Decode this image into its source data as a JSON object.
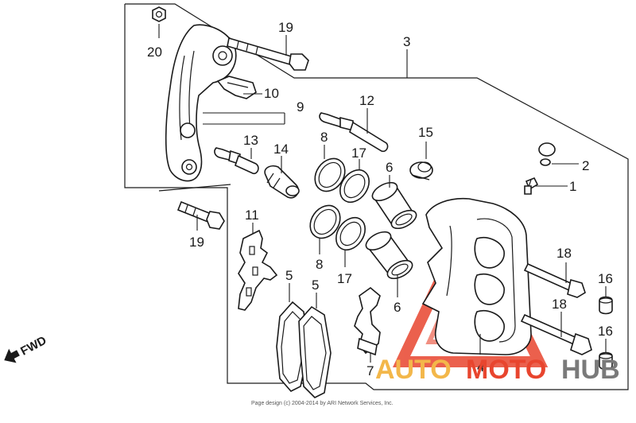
{
  "labels": {
    "p1": "1",
    "p2": "2",
    "p3": "3",
    "p4": "4",
    "p5a": "5",
    "p5b": "5",
    "p6a": "6",
    "p6b": "6",
    "p7": "7",
    "p8a": "8",
    "p8b": "8",
    "p9": "9",
    "p10": "10",
    "p11": "11",
    "p12": "12",
    "p13": "13",
    "p14": "14",
    "p15": "15",
    "p16a": "16",
    "p16b": "16",
    "p17a": "17",
    "p17b": "17",
    "p18a": "18",
    "p18b": "18",
    "p19a": "19",
    "p19b": "19",
    "p20": "20"
  },
  "direction": "FWD",
  "watermark": {
    "auto": "AUTO",
    "moto": "MOTO",
    "hub": "HUB"
  },
  "copyright": "Page design (c) 2004-2014 by ARI Network Services, Inc.",
  "colors": {
    "ink": "#1a1a1a",
    "wm_red": "#e8452e",
    "wm_yellow": "#f3b74a",
    "wm_gray": "#7a7a7a"
  }
}
